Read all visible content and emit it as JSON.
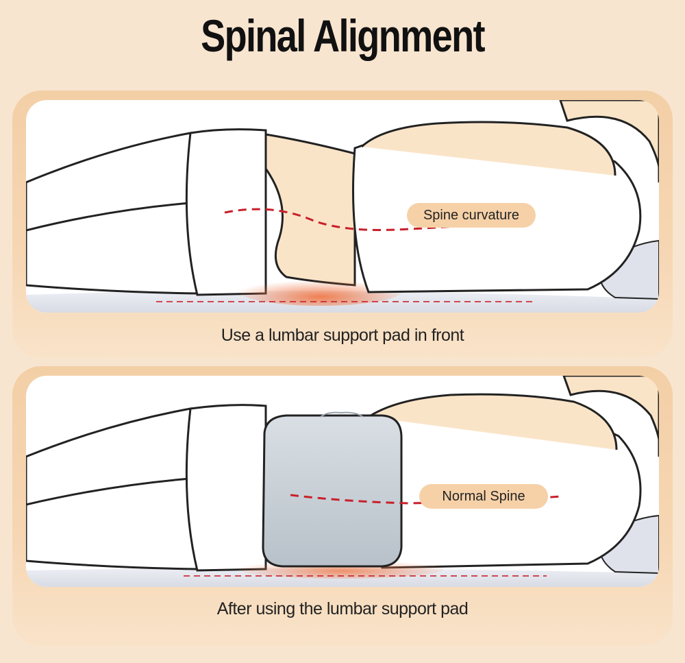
{
  "title": "Spinal Alignment",
  "panels": [
    {
      "label": "Spine  curvature",
      "caption": "Use a lumbar support pad in front"
    },
    {
      "label": "Normal Spine",
      "caption": "After using the lumbar support pad"
    }
  ],
  "colors": {
    "background": "#f8e5d0",
    "panel": "#f3cfa6",
    "pill": "#f6d1a8",
    "skin": "#fae4c8",
    "pressure": "#f07a4a",
    "spine_line": "#c8202a",
    "mattress": "#e3e6ee",
    "pad": "#cfd6dc"
  }
}
